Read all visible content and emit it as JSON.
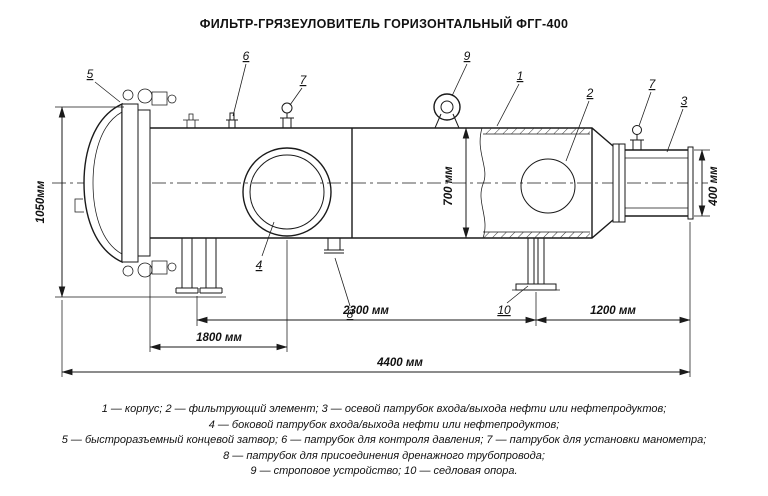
{
  "title": "ФИЛЬТР-ГРЯЗЕУЛОВИТЕЛЬ ГОРИЗОНТАЛЬНЫЙ ФГГ-400",
  "dimensions": {
    "overall_height": "1050мм",
    "shell_inner_diameter": "700 мм",
    "nozzle_diameter": "400 мм",
    "support_span": "2300 мм",
    "right_section": "1200 мм",
    "left_section": "1800 мм",
    "overall_length": "4400 мм"
  },
  "callouts": {
    "n1": "1",
    "n2": "2",
    "n3": "3",
    "n4": "4",
    "n5": "5",
    "n6": "6",
    "n7": "7",
    "n7b": "7",
    "n8": "8",
    "n9": "9",
    "n10": "10"
  },
  "legend": [
    "1 — корпус; 2 — фильтрующий элемент; 3 — осевой патрубок входа/выхода нефти или нефтепродуктов;",
    "4 — боковой патрубок входа/выхода нефти или нефтепродуктов;",
    "5 — быстроразъемный концевой затвор; 6 — патрубок для контроля давления; 7 — патрубок для установки манометра;",
    "8 — патрубок для присоединения дренажного трубопровода;",
    "9 — строповое устройство; 10 — седловая опора."
  ],
  "colors": {
    "line": "#1a1a1a",
    "background": "#ffffff"
  }
}
